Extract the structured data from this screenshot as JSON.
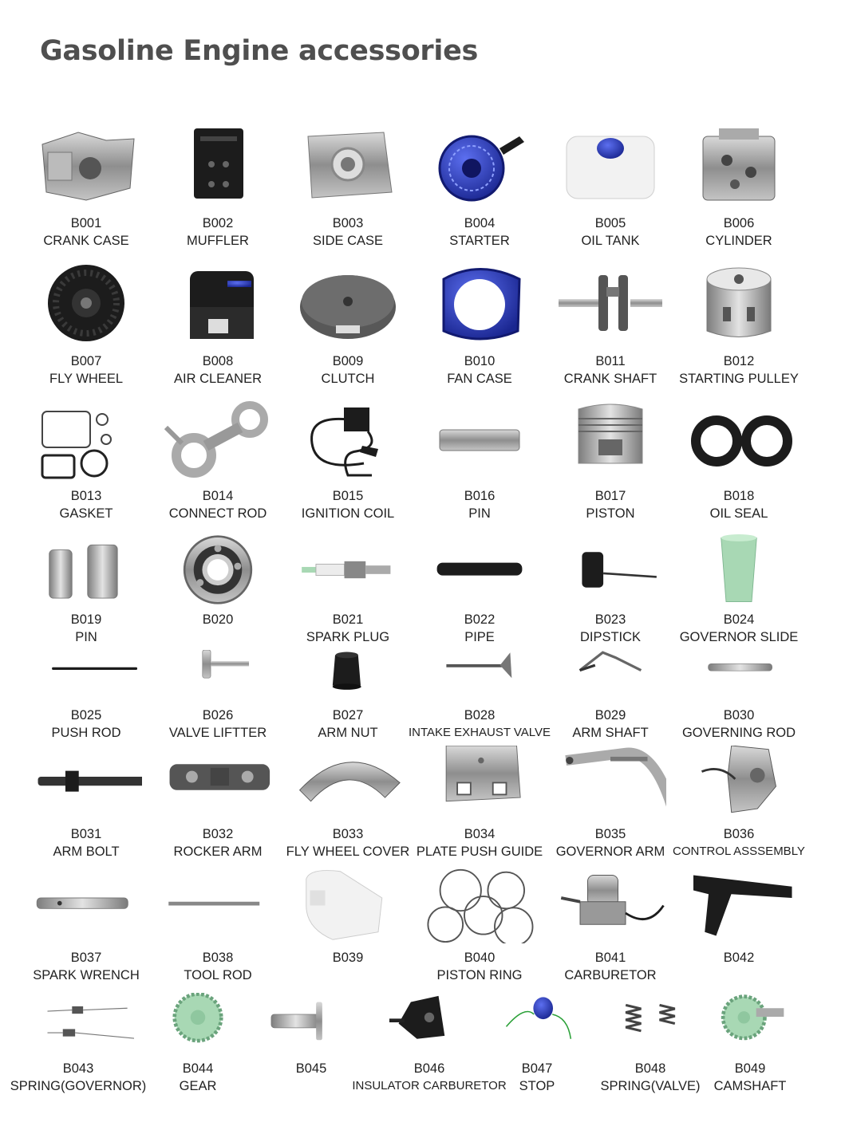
{
  "page": {
    "title": "Gasoline Engine accessories"
  },
  "colors": {
    "title": "#4f4f4f",
    "label": "#222222",
    "metal": "#9a9a9a",
    "dark": "#1c1c1c",
    "blue": "#2435b8",
    "white_part": "#f2f2f2",
    "green_part": "#a8d8b4"
  },
  "parts": [
    {
      "code": "B001",
      "name": "CRANK CASE",
      "icon": "crankcase-icon"
    },
    {
      "code": "B002",
      "name": "MUFFLER",
      "icon": "muffler-icon"
    },
    {
      "code": "B003",
      "name": "SIDE CASE",
      "icon": "sidecase-icon"
    },
    {
      "code": "B004",
      "name": "STARTER",
      "icon": "starter-icon"
    },
    {
      "code": "B005",
      "name": "OIL TANK",
      "icon": "oiltank-icon"
    },
    {
      "code": "B006",
      "name": "CYLINDER",
      "icon": "cylinder-icon"
    },
    {
      "code": "B007",
      "name": "FLY WHEEL",
      "icon": "flywheel-icon"
    },
    {
      "code": "B008",
      "name": "AIR CLEANER",
      "icon": "aircleaner-icon"
    },
    {
      "code": "B009",
      "name": "CLUTCH",
      "icon": "clutch-icon"
    },
    {
      "code": "B010",
      "name": "FAN CASE",
      "icon": "fancase-icon"
    },
    {
      "code": "B011",
      "name": "CRANK SHAFT",
      "icon": "crankshaft-icon"
    },
    {
      "code": "B012",
      "name": "STARTING PULLEY",
      "icon": "pulley-icon"
    },
    {
      "code": "B013",
      "name": "GASKET",
      "icon": "gasket-icon"
    },
    {
      "code": "B014",
      "name": "CONNECT ROD",
      "icon": "connectrod-icon"
    },
    {
      "code": "B015",
      "name": "IGNITION COIL",
      "icon": "ignitioncoil-icon"
    },
    {
      "code": "B016",
      "name": "PIN",
      "icon": "pin-icon"
    },
    {
      "code": "B017",
      "name": "PISTON",
      "icon": "piston-icon"
    },
    {
      "code": "B018",
      "name": "OIL SEAL",
      "icon": "oilseal-icon"
    },
    {
      "code": "B019",
      "name": "PIN",
      "icon": "pins-icon"
    },
    {
      "code": "B020",
      "name": "",
      "icon": "bearing-icon"
    },
    {
      "code": "B021",
      "name": "SPARK PLUG",
      "icon": "sparkplug-icon"
    },
    {
      "code": "B022",
      "name": "PIPE",
      "icon": "pipe-icon"
    },
    {
      "code": "B023",
      "name": "DIPSTICK",
      "icon": "dipstick-icon"
    },
    {
      "code": "B024",
      "name": "GOVERNOR SLIDE",
      "icon": "governorslide-icon"
    },
    {
      "code": "B025",
      "name": "PUSH ROD",
      "icon": "pushrod-icon"
    },
    {
      "code": "B026",
      "name": "VALVE LIFTTER",
      "icon": "valvelifter-icon"
    },
    {
      "code": "B027",
      "name": "ARM NUT",
      "icon": "armnut-icon"
    },
    {
      "code": "B028",
      "name": "INTAKE EXHAUST VALVE",
      "icon": "valve-icon"
    },
    {
      "code": "B029",
      "name": "ARM SHAFT",
      "icon": "armshaft-icon"
    },
    {
      "code": "B030",
      "name": "GOVERNING ROD",
      "icon": "governingrod-icon"
    },
    {
      "code": "B031",
      "name": "ARM BOLT",
      "icon": "armbolt-icon"
    },
    {
      "code": "B032",
      "name": "ROCKER ARM",
      "icon": "rockerarm-icon"
    },
    {
      "code": "B033",
      "name": "FLY WHEEL COVER",
      "icon": "flywheelcover-icon"
    },
    {
      "code": "B034",
      "name": "PLATE PUSH GUIDE",
      "icon": "plateguide-icon"
    },
    {
      "code": "B035",
      "name": "GOVERNOR ARM",
      "icon": "governorarm-icon"
    },
    {
      "code": "B036",
      "name": "CONTROL ASSSEMBLY",
      "icon": "controlassembly-icon"
    },
    {
      "code": "B037",
      "name": "SPARK WRENCH",
      "icon": "sparkwrench-icon"
    },
    {
      "code": "B038",
      "name": "TOOL ROD",
      "icon": "toolrod-icon"
    },
    {
      "code": "B039",
      "name": "",
      "icon": "fueltank-icon"
    },
    {
      "code": "B040",
      "name": "PISTON RING",
      "icon": "pistonring-icon"
    },
    {
      "code": "B041",
      "name": "CARBURETOR",
      "icon": "carburetor-icon"
    },
    {
      "code": "B042",
      "name": "",
      "icon": "bracket-icon"
    },
    {
      "code": "B043",
      "name": "SPRING(GOVERNOR)",
      "icon": "governorspring-icon"
    },
    {
      "code": "B044",
      "name": "GEAR",
      "icon": "gear-icon"
    },
    {
      "code": "B045",
      "name": "",
      "icon": "shaft-icon"
    },
    {
      "code": "B046",
      "name": "INSULATOR CARBURETOR",
      "icon": "insulator-icon"
    },
    {
      "code": "B047",
      "name": "STOP",
      "icon": "stopswitch-icon"
    },
    {
      "code": "B048",
      "name": "SPRING(VALVE)",
      "icon": "valvespring-icon"
    },
    {
      "code": "B049",
      "name": "CAMSHAFT",
      "icon": "camshaft-icon"
    }
  ]
}
